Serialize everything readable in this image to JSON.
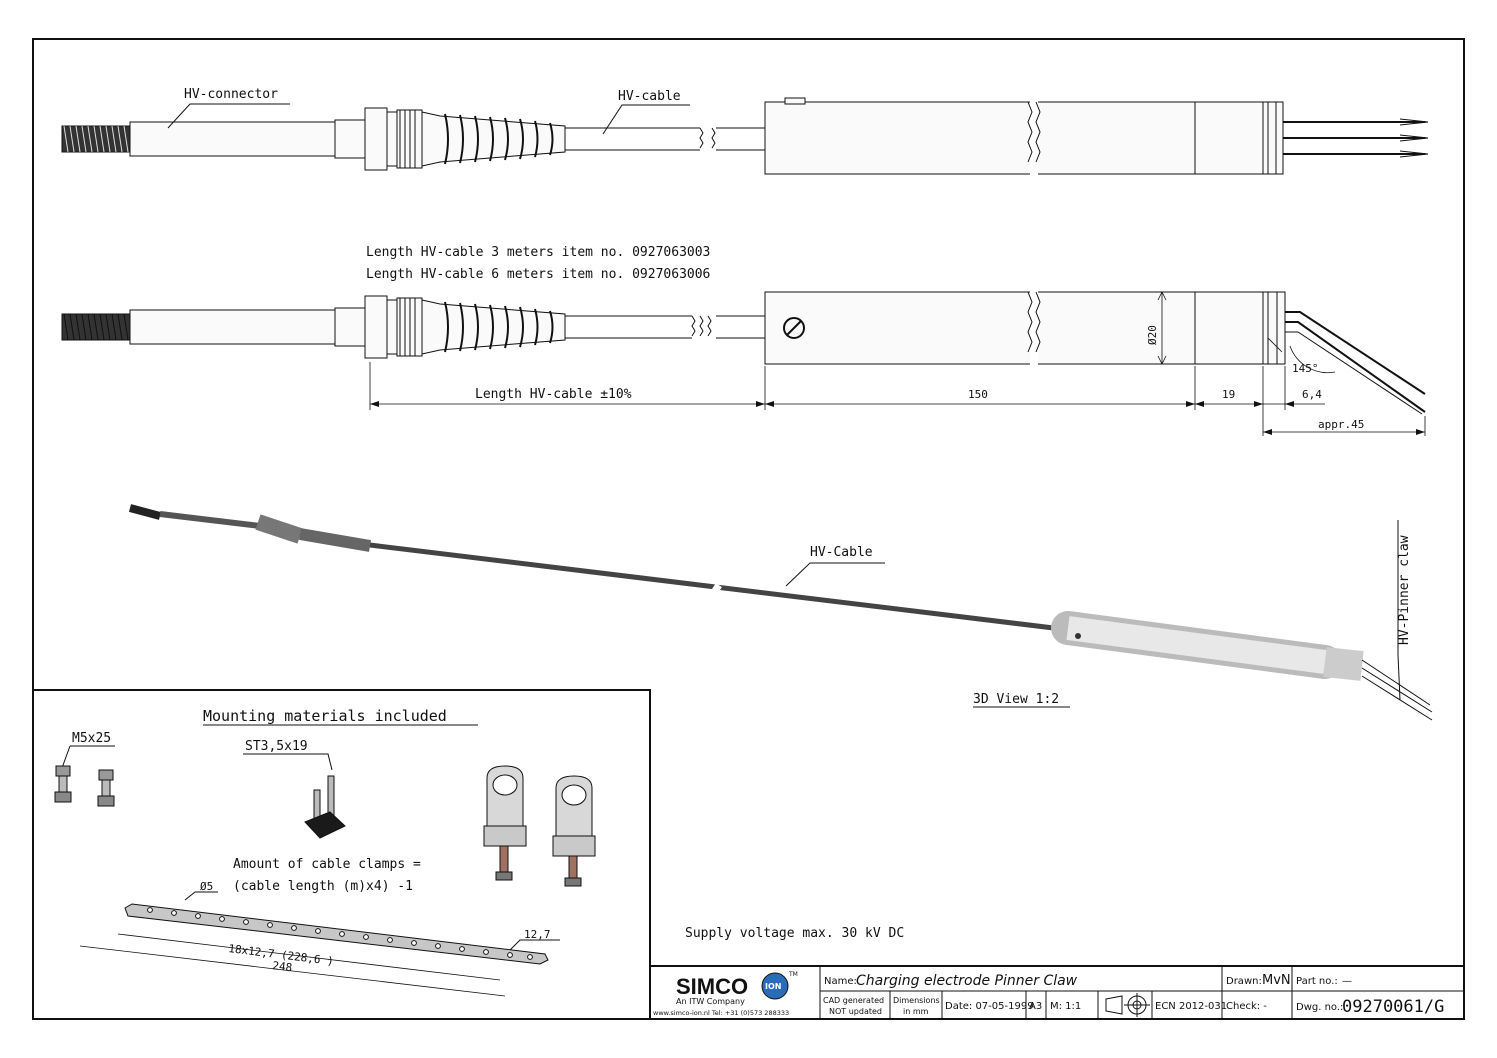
{
  "labels": {
    "hv_connector": "HV-connector",
    "hv_cable_top": "HV-cable",
    "cable_len_3m": "Length HV-cable 3 meters item no. 0927063003",
    "cable_len_6m": "Length HV-cable 6 meters item no. 0927063006",
    "hv_cable_3d": "HV-Cable",
    "hv_pinner_claw": "HV-Pinner claw",
    "view_3d": "3D View 1:2",
    "supply_voltage": "Supply voltage max. 30 kV DC"
  },
  "dimensions": {
    "length_hv_cable": "Length HV-cable  ±10%",
    "d150": "150",
    "d19": "19",
    "d6_4": "6,4",
    "appr45": "appr.45",
    "dia20": "Ø20",
    "angle145": "145°"
  },
  "mounting": {
    "title": "Mounting materials included",
    "m5x25": "M5x25",
    "st35x19": "ST3,5x19",
    "clamps_line1": "Amount of cable clamps =",
    "clamps_line2": "(cable length (m)x4) -1",
    "dia5": "Ø5",
    "d12_7": "12,7",
    "d18x12_7": "18x12,7  (228,6 )",
    "d248": "248"
  },
  "title_block": {
    "logo": "SIMCO",
    "logo_badge": "ION",
    "logo_tm": "TM",
    "company": "An ITW Company",
    "contact": "www.simco-ion.nl   Tel: +31 (0)573 288333",
    "name_label": "Name:",
    "name_value": "Charging electrode Pinner Claw",
    "drawn_label": "Drawn:",
    "drawn_value": "MvN",
    "part_label": "Part no.:",
    "part_value": "—",
    "cad_line1": "CAD generated",
    "cad_line2": "NOT updated",
    "dims_line1": "Dimensions",
    "dims_line2": "in mm",
    "date": "Date: 07-05-1999",
    "format": "A3",
    "scale": "M: 1:1",
    "ecn": "ECN 2012-031",
    "check": "Check: -",
    "dwg_label": "Dwg. no.:",
    "dwg_value": "09270061/G"
  }
}
